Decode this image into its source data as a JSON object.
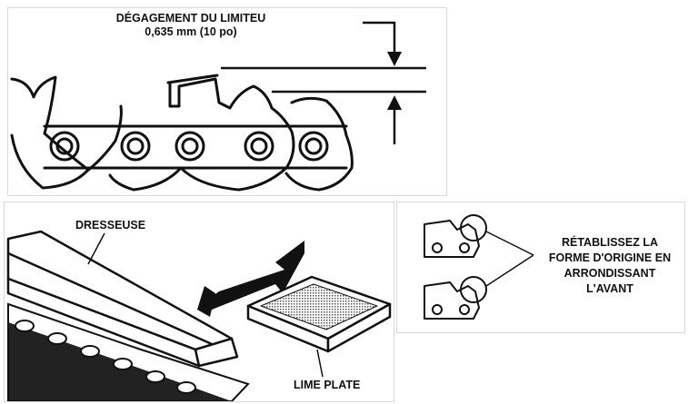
{
  "top_panel": {
    "title_line1": "DÉGAGEMENT DU LIMITEU",
    "title_line2": "0,635 mm (10 po)"
  },
  "bottom_left_panel": {
    "jointer_label": "DRESSEUSE",
    "file_label": "LIME PLATE"
  },
  "bottom_right_panel": {
    "instruction_line1": "RÉTABLISSEZ LA",
    "instruction_line2": "FORME D'ORIGINE EN",
    "instruction_line3": "ARRONDISSANT",
    "instruction_line4": "L'AVANT"
  },
  "colors": {
    "stroke": "#111111",
    "panel_border": "#d9d9d9",
    "background": "#ffffff"
  }
}
